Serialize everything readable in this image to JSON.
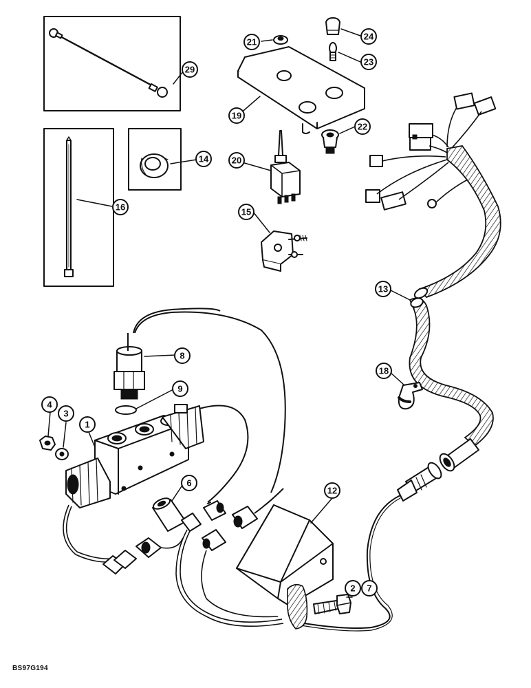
{
  "figure_id": "BS97G194",
  "callouts": {
    "c1": "1",
    "c2": "2",
    "c3": "3",
    "c4": "4",
    "c6": "6",
    "c7": "7",
    "c8": "8",
    "c9": "9",
    "c12": "12",
    "c13": "13",
    "c14": "14",
    "c15": "15",
    "c16": "16",
    "c18": "18",
    "c19": "19",
    "c20": "20",
    "c21": "21",
    "c22": "22",
    "c23": "23",
    "c24": "24",
    "c29": "29"
  }
}
